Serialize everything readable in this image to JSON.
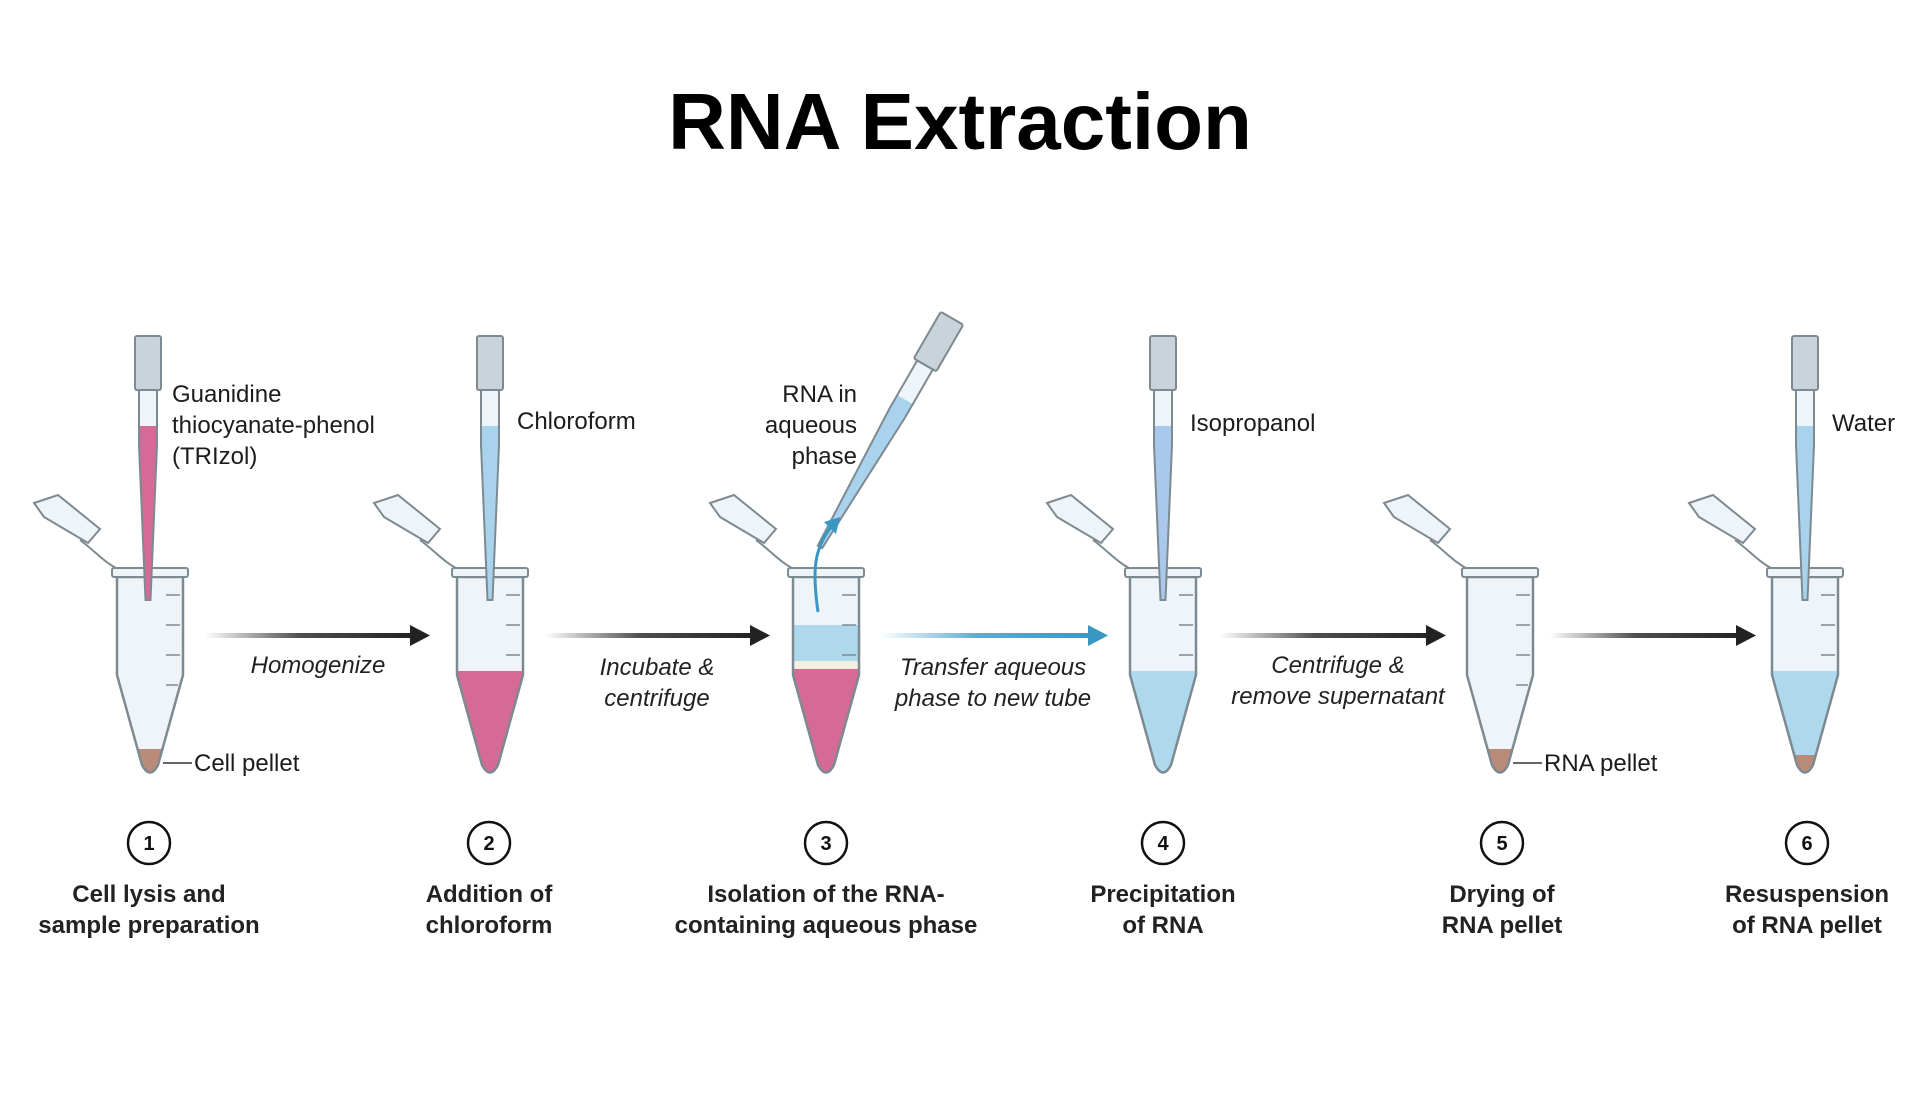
{
  "title": "RNA Extraction",
  "colors": {
    "trizol": "#d66a96",
    "aqueous": "#aed8ec",
    "reagent_blue": "#a9d3ec",
    "pellet": "#b98b78",
    "arrow_dark": "#222222",
    "arrow_blue": "#3a97c4",
    "tube_fill": "#eef4f7",
    "tube_stroke": "#7d8a92"
  },
  "steps": [
    {
      "number": "1",
      "label_line1": "Cell lysis and",
      "label_line2": "sample preparation",
      "reagent_line1": "Guanidine",
      "reagent_line2": "thiocyanate-phenol",
      "reagent_line3": "(TRIzol)",
      "annotation": "Cell pellet"
    },
    {
      "number": "2",
      "label_line1": "Addition of",
      "label_line2": "chloroform",
      "reagent_line1": "Chloroform"
    },
    {
      "number": "3",
      "label_line1": "Isolation of the RNA-",
      "label_line2": "containing aqueous phase",
      "reagent_line1": "RNA in",
      "reagent_line2": "aqueous",
      "reagent_line3": "phase"
    },
    {
      "number": "4",
      "label_line1": "Precipitation",
      "label_line2": "of RNA",
      "reagent_line1": "Isopropanol"
    },
    {
      "number": "5",
      "label_line1": "Drying of",
      "label_line2": "RNA pellet",
      "annotation": "RNA pellet"
    },
    {
      "number": "6",
      "label_line1": "Resuspension",
      "label_line2": "of RNA pellet",
      "reagent_line1": "Water"
    }
  ],
  "actions": [
    {
      "line1": "Homogenize",
      "line2": ""
    },
    {
      "line1": "Incubate &",
      "line2": "centrifuge"
    },
    {
      "line1": "Transfer aqueous",
      "line2": "phase to new tube"
    },
    {
      "line1": "Centrifuge &",
      "line2": "remove supernatant"
    },
    {
      "line1": "",
      "line2": ""
    }
  ]
}
